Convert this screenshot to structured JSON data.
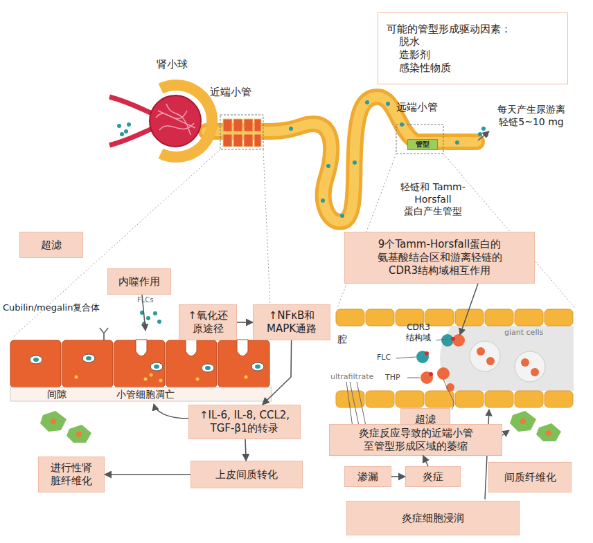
{
  "diagram": {
    "nodes": [
      {
        "text": [
          "可能的管型形成驱动因素：",
          "脱水",
          "造影剂",
          "感染性物质"
        ]
      },
      {
        "text": [
          "管型"
        ]
      },
      {
        "text": [
          "超滤"
        ]
      },
      {
        "text": [
          "内噬作用"
        ]
      },
      {
        "text": [
          "↑氧化还 原途径"
        ]
      },
      {
        "text": [
          "↑NFκB和 MAPK通路"
        ]
      },
      {
        "text": [
          "9个Tamm-Horsfall蛋白的 氨基酸结合区和游离轻链的 CDR3结构域相互作用"
        ]
      },
      {
        "text": [
          "超滤"
        ]
      },
      {
        "text": [
          "炎症反应导致的近端小管 至管型形成区域的萎缩"
        ]
      },
      {
        "text": [
          "↑IL-6, IL-8, CCL2, TGF-β1的转录"
        ]
      },
      {
        "text": [
          "渗漏"
        ]
      },
      {
        "text": [
          "炎症"
        ]
      },
      {
        "text": [
          "间质纤维化"
        ]
      },
      {
        "text": [
          "进行性肾 脏纤维化"
        ]
      },
      {
        "text": [
          "上皮间质转化"
        ]
      },
      {
        "text": [
          "炎症细胞浸润"
        ]
      }
    ],
    "edges": [
      {
        "from": 4,
        "to": 5,
        "arrow": "to"
      },
      {
        "from": 5,
        "to": 9,
        "arrow": "to"
      },
      {
        "from": 9,
        "to": 14,
        "arrow": "to"
      },
      {
        "from": 14,
        "to": 13,
        "arrow": "to"
      },
      {
        "from": 10,
        "to": 11,
        "arrow": "to"
      },
      {
        "from": 11,
        "to": 8,
        "arrow": "to"
      }
    ],
    "labels": [
      "肾小球",
      "近端小管",
      "远端小管",
      "每天产生尿游离 轻链5~10 mg",
      "轻链和 Tamm-Horsfall 蛋白产生管型",
      "Cubilin/megalin复合体",
      "FLCs",
      "间隙",
      "小管细胞凋亡",
      "腔",
      "CDR3 结构域",
      "FLC",
      "THP",
      "giant cells",
      "ultrafiltrate"
    ]
  }
}
